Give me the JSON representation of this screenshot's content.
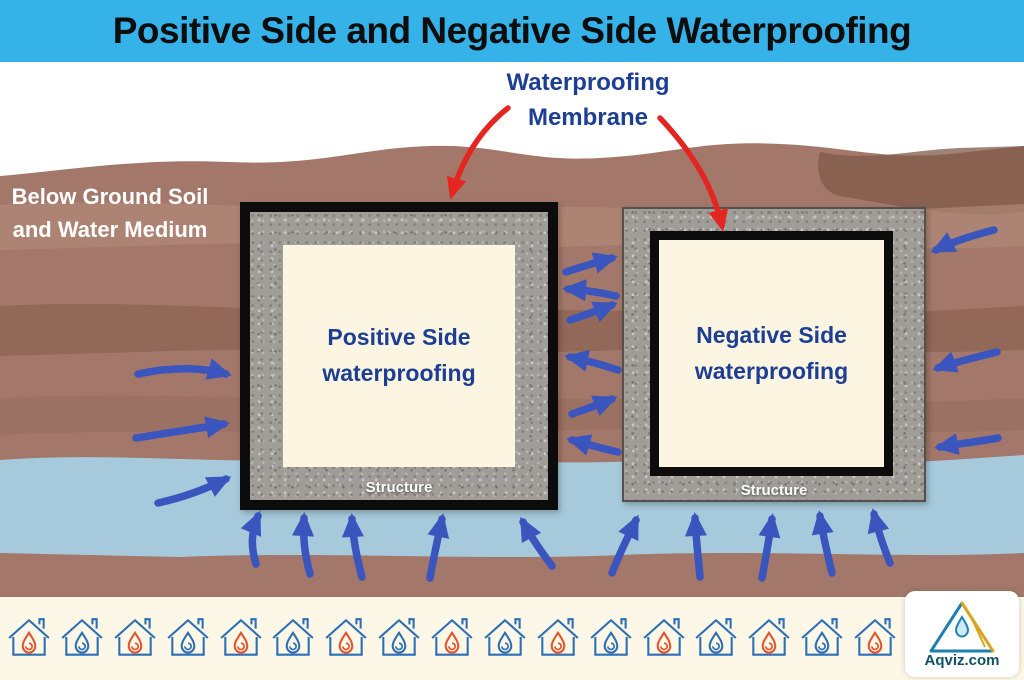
{
  "header": {
    "title": "Positive Side and Negative Side Waterproofing"
  },
  "annotations": {
    "membrane_label": "Waterproofing Membrane",
    "soil_label": "Below Ground Soil and Water Medium"
  },
  "structures": {
    "positive": {
      "label": "Positive Side waterproofing",
      "base_label": "Structure"
    },
    "negative": {
      "label": "Negative Side waterproofing",
      "base_label": "Structure"
    }
  },
  "branding": {
    "site": "Aqviz.com"
  },
  "footer": {
    "house_icon_count": 17
  },
  "colors": {
    "header_bg": "#35b2e8",
    "navy_text": "#1c3f94",
    "soil_brown": "#a3786a",
    "water_blue": "#a6cadc",
    "arrow_blue": "#3a55bd",
    "arrow_red": "#e52620",
    "structure_interior": "#fbf5e2",
    "footer_bg": "#fcf7e6",
    "membrane_black": "#0c0c0c"
  }
}
